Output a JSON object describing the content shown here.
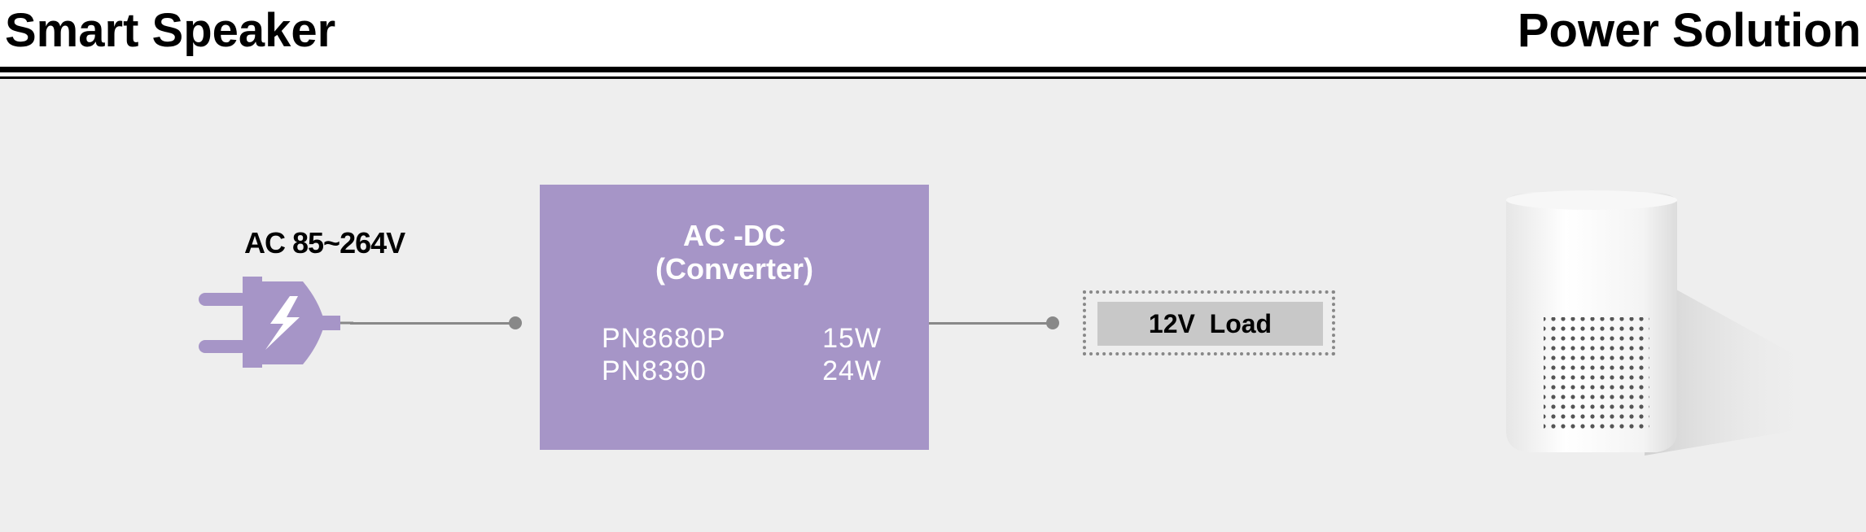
{
  "header": {
    "title_left": "Smart Speaker",
    "title_right": "Power Solution"
  },
  "diagram": {
    "input": {
      "label": "AC 85~264V",
      "icon": "power-plug-icon"
    },
    "converter": {
      "title_line1": "AC -DC",
      "title_line2": "(Converter)",
      "parts": [
        {
          "part": "PN8680P",
          "power": "15W"
        },
        {
          "part": "PN8390",
          "power": "24W"
        }
      ]
    },
    "load": {
      "label": "12V  Load"
    },
    "device": {
      "icon": "smart-speaker-icon"
    }
  },
  "colors": {
    "accent": "#a695c7",
    "background": "#eeeeee",
    "connector": "#888888",
    "load_fill": "#c8c8c8"
  }
}
